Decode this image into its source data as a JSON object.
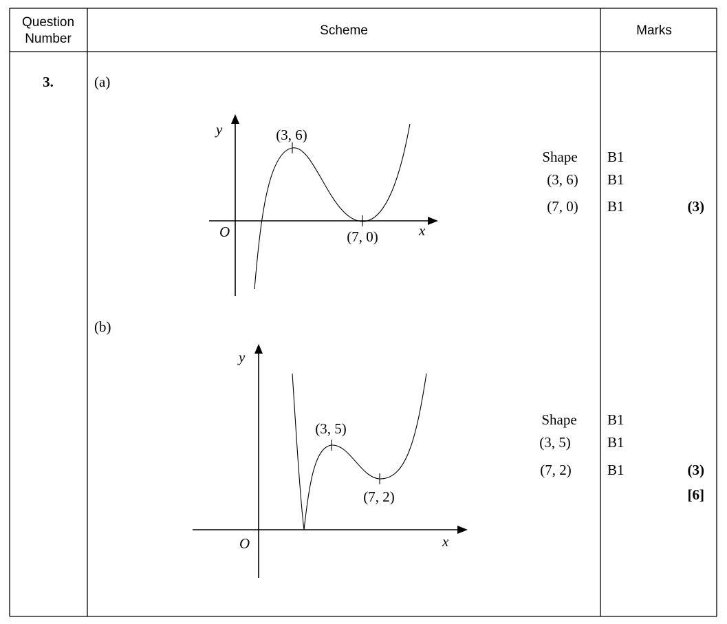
{
  "header": {
    "question_number_line1": "Question",
    "question_number_line2": "Number",
    "scheme": "Scheme",
    "marks": "Marks"
  },
  "question": {
    "number": "3.",
    "total": "[6]",
    "parts": [
      {
        "label": "(a)",
        "axes": {
          "x": "x",
          "y": "y",
          "origin": "O"
        },
        "points": [
          "(3, 6)",
          "(7, 0)"
        ],
        "criteria": [
          {
            "text": "Shape",
            "mark": "B1"
          },
          {
            "text": "(3, 6)",
            "mark": "B1"
          },
          {
            "text": "(7, 0)",
            "mark": "B1"
          }
        ],
        "subtotal": "(3)"
      },
      {
        "label": "(b)",
        "axes": {
          "x": "x",
          "y": "y",
          "origin": "O"
        },
        "points": [
          "(3, 5)",
          "(7, 2)"
        ],
        "criteria": [
          {
            "text": "Shape",
            "mark": "B1"
          },
          {
            "text": "(3, 5)",
            "mark": "B1"
          },
          {
            "text": "(7, 2)",
            "mark": "B1"
          }
        ],
        "subtotal": "(3)"
      }
    ]
  }
}
